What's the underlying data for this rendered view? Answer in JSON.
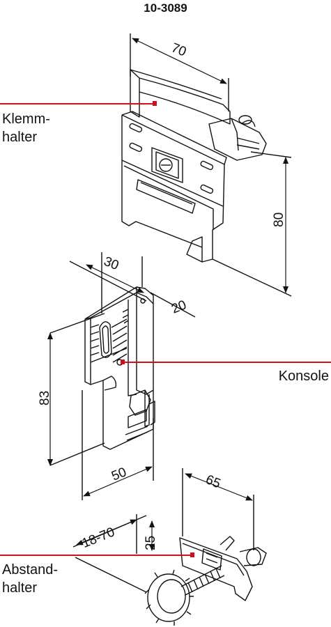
{
  "title": "10-3089",
  "labels": {
    "klemmhalter_line1": "Klemm-",
    "klemmhalter_line2": "halter",
    "konsole": "Konsole",
    "abstandhalter_line1": "Abstand-",
    "abstandhalter_line2": "halter"
  },
  "dimensions": {
    "klemmhalter_width": "70",
    "klemmhalter_height": "80",
    "konsole_depth": "30",
    "konsole_offset": "20",
    "konsole_height": "83",
    "konsole_width": "50",
    "abstandhalter_length": "65",
    "abstandhalter_range": "18-70",
    "abstandhalter_height": "25"
  },
  "colors": {
    "leader": "#d0101a",
    "line": "#111111"
  }
}
